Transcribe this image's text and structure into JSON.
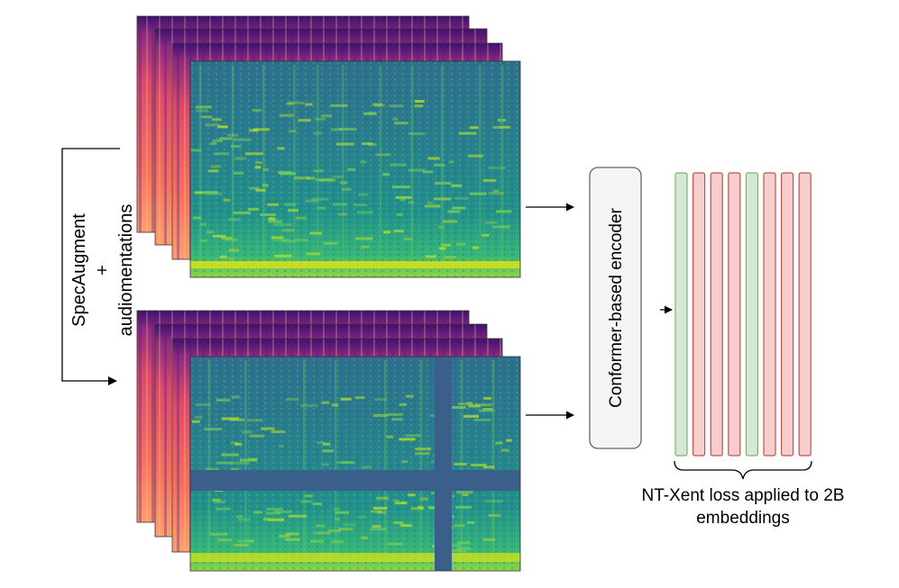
{
  "labels": {
    "augmentation_line1": "SpecAugment",
    "augmentation_line2": "+",
    "augmentation_line3": "audiomentations",
    "encoder": "Conformer-based encoder",
    "loss_line1": "NT-Xent loss applied to 2B",
    "loss_line2": "embeddings"
  },
  "embeddings": [
    "positive",
    "negative",
    "negative",
    "negative",
    "positive",
    "negative",
    "negative",
    "negative"
  ],
  "colors": {
    "magma_dark": "#3b0f70",
    "magma_mid": "#b5367a",
    "magma_light": "#fb8761",
    "viridis_dark": "#2c728e",
    "viridis_mid": "#28ae80",
    "viridis_light": "#d8e219",
    "mask_band": "#3a5f8a",
    "positive_fill": "#d5e8d4",
    "positive_stroke": "#82b366",
    "negative_fill": "#f8cecc",
    "negative_stroke": "#b85450",
    "encoder_fill": "#f5f5f5",
    "encoder_stroke": "#666666"
  }
}
